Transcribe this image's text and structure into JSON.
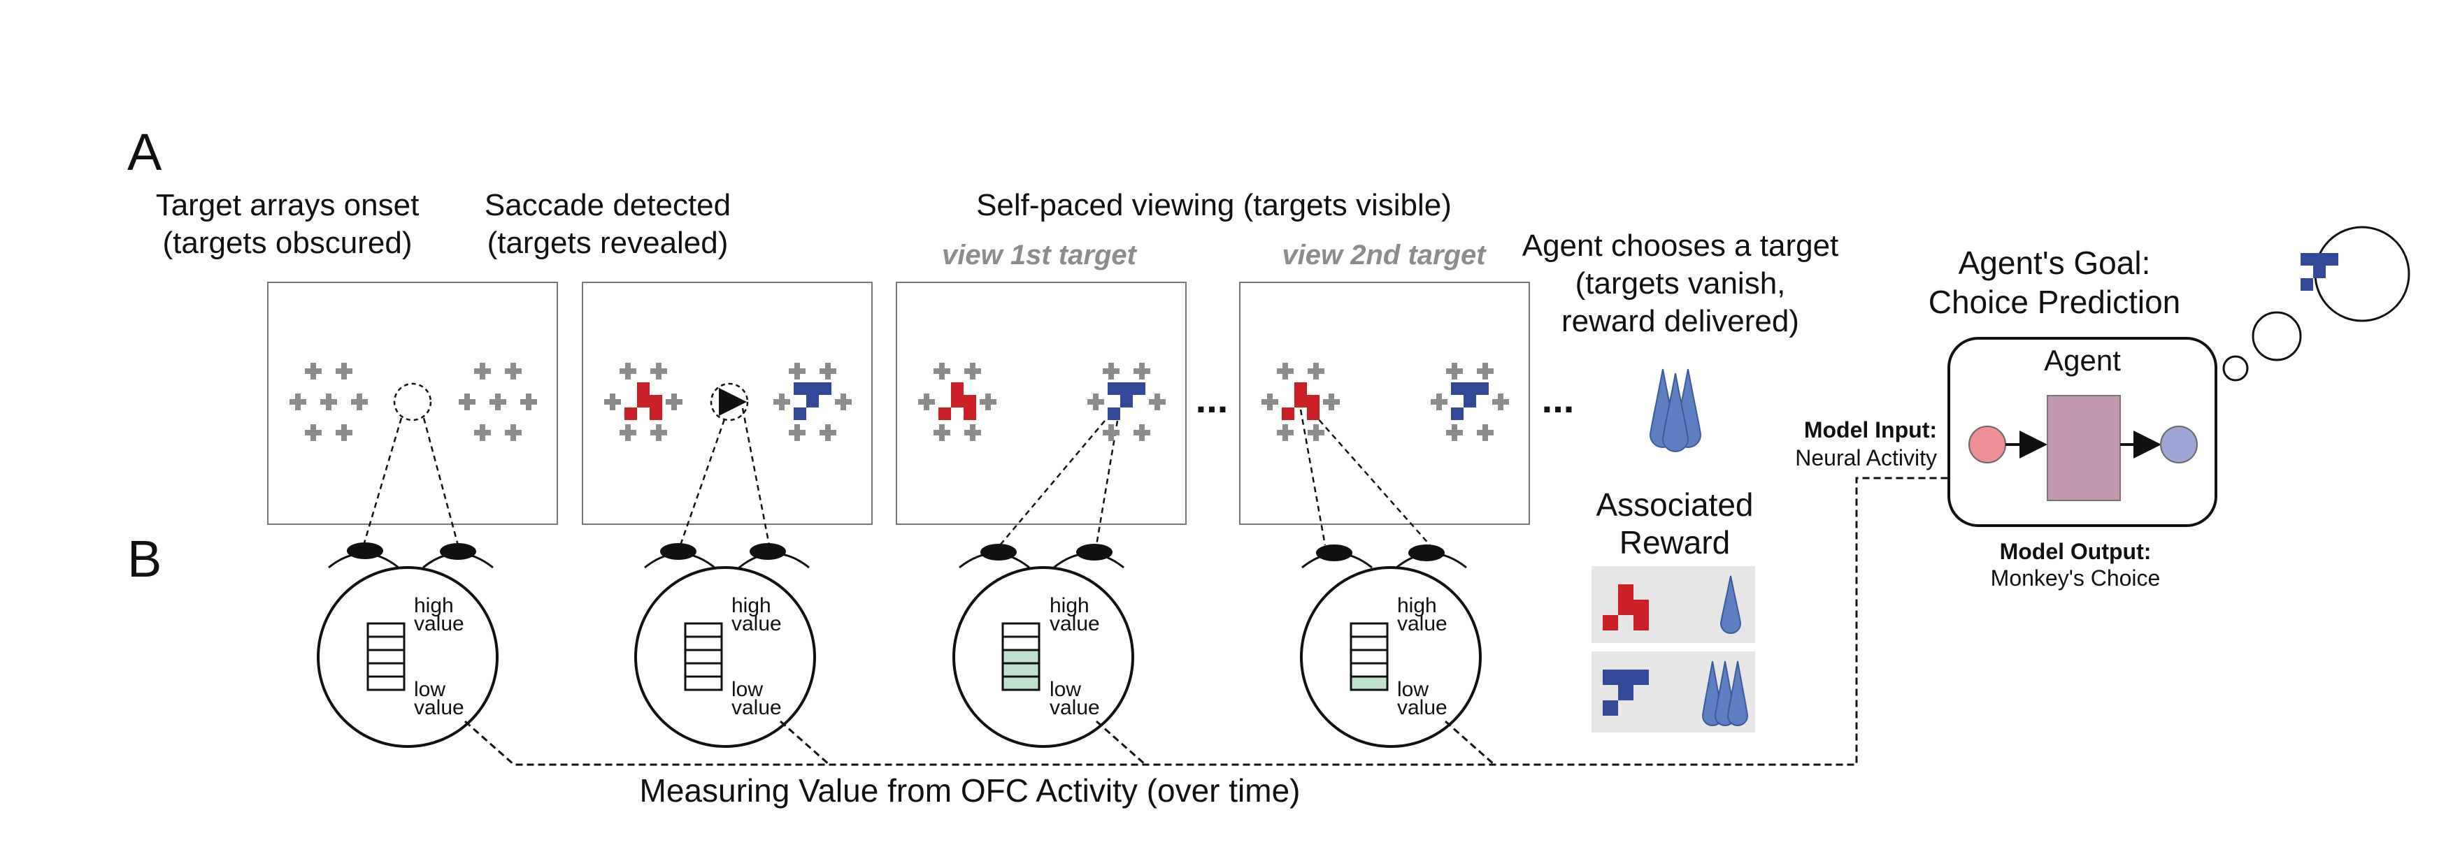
{
  "panel_labels": {
    "a": "A",
    "b": "B"
  },
  "headers": {
    "onset_1": "Target arrays onset",
    "onset_2": "(targets obscured)",
    "saccade_1": "Saccade detected",
    "saccade_2": "(targets revealed)",
    "selfpaced": "Self-paced viewing (targets visible)",
    "view1": "view 1st target",
    "view2": "view 2nd target",
    "choose_1": "Agent chooses a target",
    "choose_2": "(targets vanish,",
    "choose_3": "reward delivered)"
  },
  "ellipsis": "...",
  "value_scale": {
    "high_1": "high",
    "high_2": "value",
    "low_1": "low",
    "low_2": "value"
  },
  "meter_fill": [
    0,
    0,
    3,
    1
  ],
  "reward": {
    "title_1": "Associated",
    "title_2": "Reward",
    "red_drops": 1,
    "blue_drops": 3
  },
  "model": {
    "input_label": "Model Input:",
    "input_value": "Neural Activity",
    "output_label": "Model Output:",
    "output_value": "Monkey's Choice",
    "goal_1": "Agent's Goal:",
    "goal_2": "Choice Prediction",
    "agent": "Agent"
  },
  "footer": "Measuring Value from OFC Activity (over time)",
  "colors": {
    "red": "#cc2027",
    "blue": "#34489a",
    "gray_cross": "#8c8c8c",
    "drop_fill": "#5b7fc0",
    "meter_green": "#bfe3cf",
    "agent_box": "#c597ae",
    "input_node": "#ee8f96",
    "output_node": "#9ea5d4",
    "reward_bg": "#e6e6e6"
  }
}
